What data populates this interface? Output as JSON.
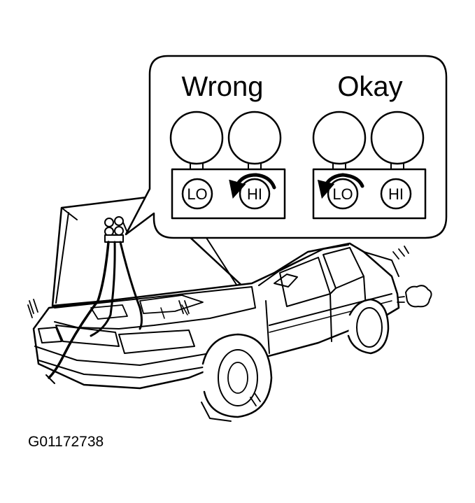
{
  "callout": {
    "wrong": {
      "heading": "Wrong",
      "lo_label": "LO",
      "hi_label": "HI",
      "open_valve": "HI"
    },
    "okay": {
      "heading": "Okay",
      "lo_label": "LO",
      "hi_label": "HI",
      "open_valve": "LO"
    }
  },
  "figure_code": "G01172738",
  "colors": {
    "ink": "#000000",
    "paper": "#ffffff"
  }
}
